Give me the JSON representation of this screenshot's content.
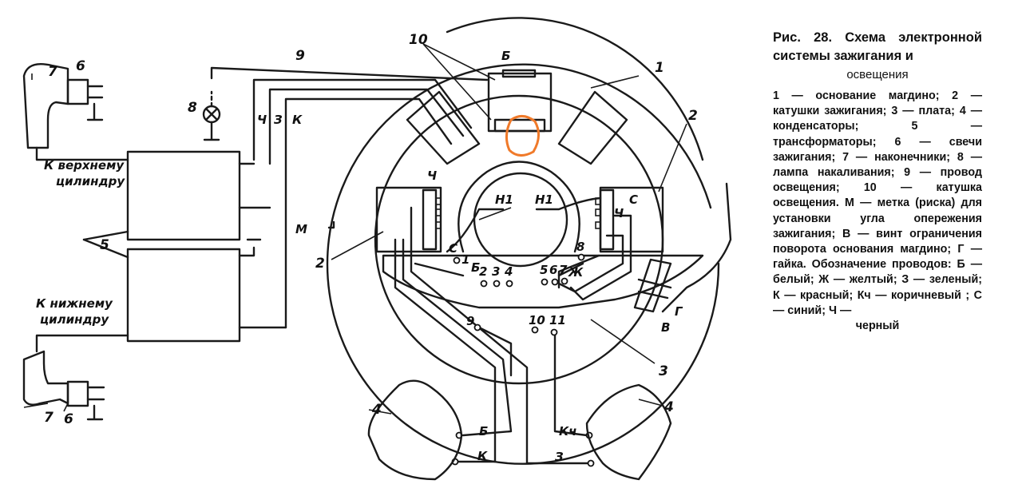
{
  "caption": {
    "title": "Рис. 28. Схема электронной системы зажигания и",
    "title_end": "освещения",
    "legend": "1 — основание магдино; 2 — катушки зажигания; 3 — плата; 4 — конденсаторы; 5 — трансформаторы; 6 — свечи зажигания; 7 — наконечники; 8 — лампа накаливания; 9 — провод освещения; 10 — катушка освещения. М — метка (риска) для установки угла опережения зажигания; В — винт ограничения поворота основания магдино; Г — гайка. Обозначение проводов: Б — белый; Ж — желтый; З — зеленый; К — красный; Кч — коричневый ; С — синий; Ч —",
    "legend_end": "черный"
  },
  "labels": {
    "upper_cyl_1": "К верхнему",
    "upper_cyl_2": "цилиндру",
    "lower_cyl_1": "К нижнему",
    "lower_cyl_2": "цилиндру",
    "n1": "1",
    "n2": "2",
    "n3": "3",
    "n4": "4",
    "n5": "5",
    "n6": "6",
    "n7": "7",
    "n8": "8",
    "n9": "9",
    "n10": "10",
    "wire_b": "Б",
    "wire_ch": "Ч",
    "wire_z": "З",
    "wire_k": "К",
    "wire_kch": "Кч",
    "wire_s": "С",
    "wire_zh": "Ж",
    "mark_m": "М",
    "screw_v": "В",
    "nut_g": "Г",
    "h1": "Н1",
    "t1": "1",
    "t2": "2",
    "t3": "3",
    "t4": "4",
    "t5": "5",
    "t6": "6",
    "t7": "7",
    "t8": "8",
    "t9": "9",
    "t10": "10",
    "t11": "11"
  },
  "colors": {
    "annotation": "#f07a2a",
    "ink": "#1a1a1a"
  }
}
